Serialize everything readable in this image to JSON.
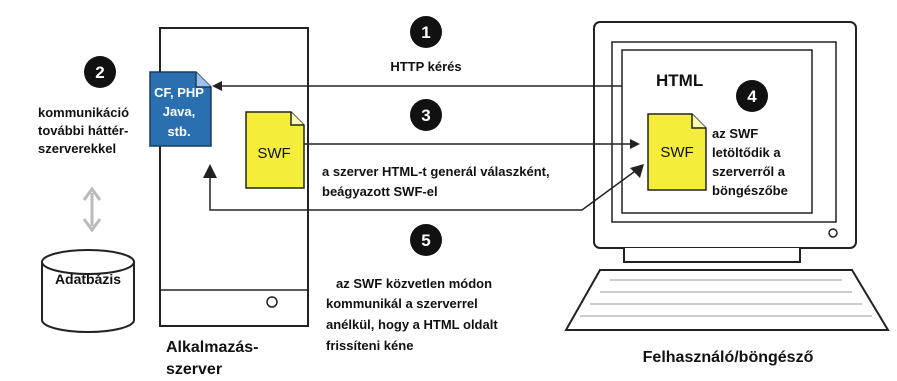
{
  "steps": [
    "1",
    "2",
    "3",
    "4",
    "5"
  ],
  "labels": {
    "http_request": "HTTP kérés",
    "comm_line1": "kommunikáció",
    "comm_line2": "további háttér-",
    "comm_line3": "szerverekkel",
    "database": "Adatbázis",
    "server_file_line1": "CF, PHP",
    "server_file_line2": "Java,",
    "server_file_line3": "stb.",
    "swf": "SWF",
    "html": "HTML",
    "gen_line1": "a szerver HTML-t generál válaszként,",
    "gen_line2": "beágyazott SWF-el",
    "dl_line1": "az SWF",
    "dl_line2": "letöltődik a",
    "dl_line3": "szerverről a",
    "dl_line4": "böngészőbe",
    "direct_line1": "az SWF közvetlen módon",
    "direct_line2": "kommunikál a szerverrel",
    "direct_line3": "anélkül, hogy a HTML oldalt",
    "direct_line4": "frissíteni kéne",
    "server_caption1": "Alkalmazás-",
    "server_caption2": "szerver",
    "client_caption": "Felhasználó/böngésző"
  },
  "colors": {
    "server_file": "#2a6fb0",
    "swf_file": "#f4ee3a",
    "step_circle": "#111111",
    "two_way_arrow": "#bbbbbb"
  }
}
